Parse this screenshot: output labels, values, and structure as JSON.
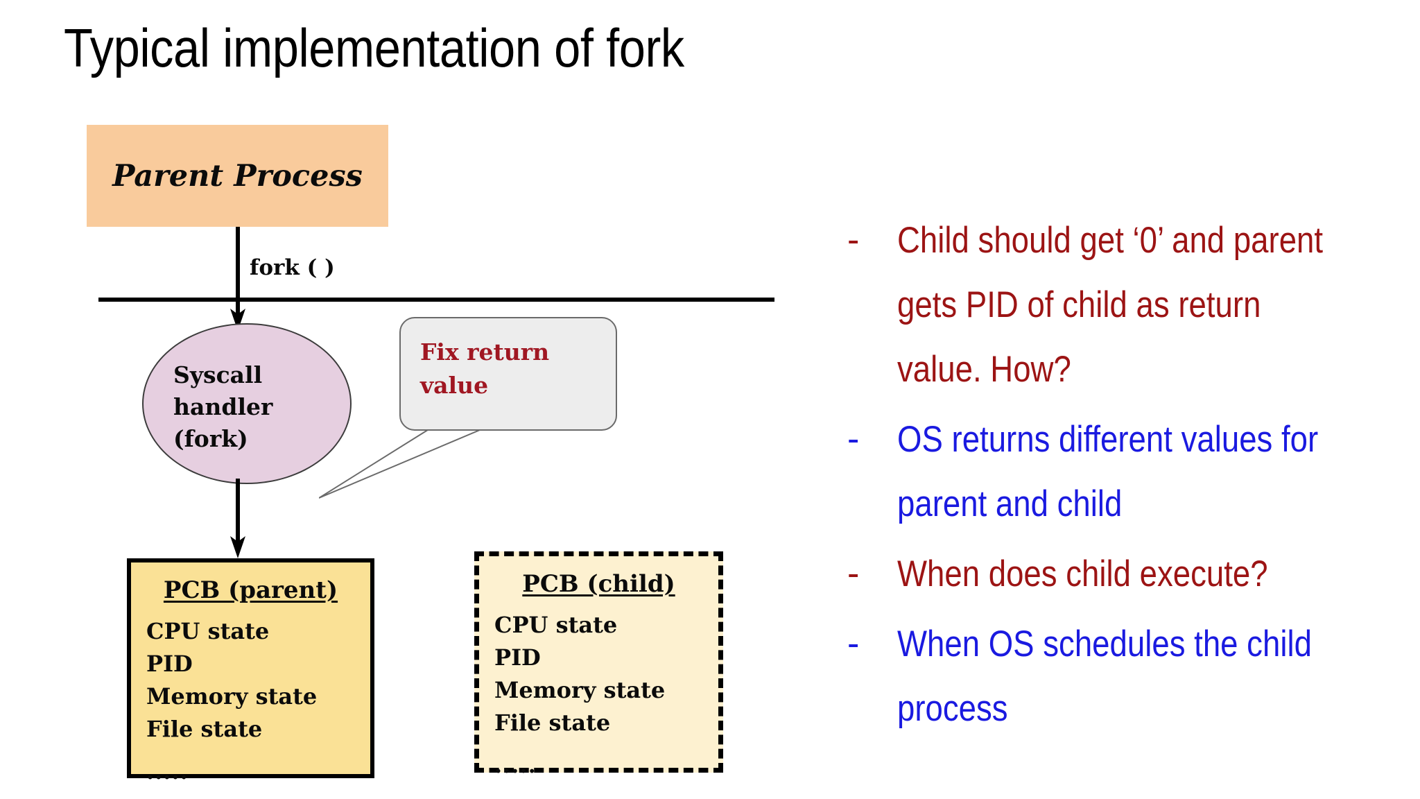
{
  "slide": {
    "title": "Typical implementation of fork",
    "background": "#ffffff"
  },
  "diagram": {
    "parent_process": {
      "label": "Parent Process",
      "fill": "#f9cb9c"
    },
    "fork_call_label": "fork ( )",
    "syscall_handler": {
      "label": "Syscall\nhandler\n(fork)",
      "fill": "#e6cfe0"
    },
    "callout": {
      "label": "Fix return\nvalue",
      "fill": "#ededed",
      "text_color": "#a01722"
    },
    "pcb_parent": {
      "title": "PCB (parent)",
      "fields": [
        "CPU state",
        "PID",
        "Memory state",
        "File state"
      ],
      "ellipsis": ".....",
      "fill": "#fae196",
      "border_style": "solid"
    },
    "pcb_child": {
      "title": "PCB (child)",
      "fields": [
        "CPU state",
        "PID",
        "Memory state",
        "File state"
      ],
      "ellipsis": ".....",
      "fill": "#fdf1d0",
      "border_style": "dashed"
    }
  },
  "bullets": {
    "dash": "-",
    "colors": {
      "red": "#9c1414",
      "blue": "#1a1ae0"
    },
    "items": [
      {
        "text": "Child should get ‘0’ and parent gets PID of child as return value. How?",
        "color": "#9c1414"
      },
      {
        "text": "OS returns different values for parent and child",
        "color": "#1a1ae0"
      },
      {
        "text": "When does child execute?",
        "color": "#9c1414"
      },
      {
        "text": "When OS schedules the child process",
        "color": "#1a1ae0"
      }
    ]
  }
}
